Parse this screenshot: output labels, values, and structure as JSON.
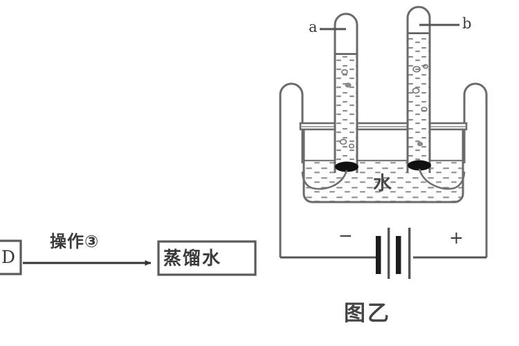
{
  "figure": {
    "caption": "图乙",
    "domain_kind": "chemistry-apparatus-diagram",
    "background_color": "#ffffff",
    "ink_color": "#4a4a4a"
  },
  "flowchart": {
    "source_box": {
      "label": "D",
      "note": "box is cropped at the left edge of the image"
    },
    "arrow_label": "操作③",
    "target_box": {
      "label": "蒸馏水"
    }
  },
  "apparatus": {
    "name": "electrolysis-of-water",
    "tube_left": {
      "label": "a",
      "gas_fill_note": "large gas space at top"
    },
    "tube_right": {
      "label": "b",
      "gas_fill_note": "smaller gas space at top"
    },
    "vessel_label": "水",
    "battery": {
      "negative_terminal": "−",
      "positive_terminal": "+"
    }
  }
}
